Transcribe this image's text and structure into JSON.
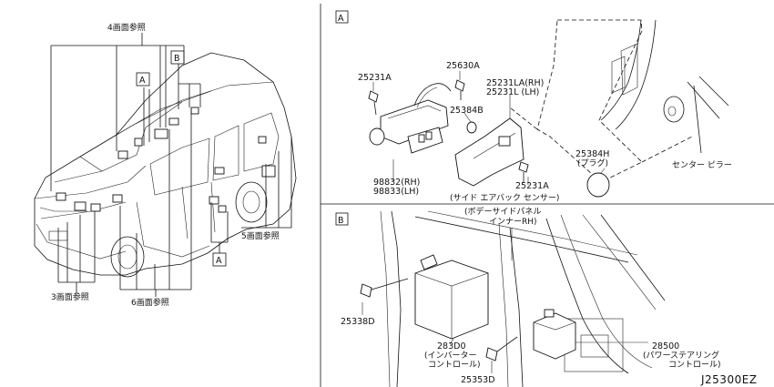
{
  "left": {
    "ref_page_4": "4画面参照",
    "ref_page_5": "5画面参照",
    "ref_page_3": "3画面参照",
    "ref_page_6": "6画面参照",
    "box_a": "A",
    "box_b": "B",
    "box_a_lower": "A"
  },
  "panel_a": {
    "box": "A",
    "p25231A_top": "25231A",
    "p25630A": "25630A",
    "p25231LA": "25231LA(RH)",
    "p25231L": "25231L  (LH)",
    "p25384B": "25384B",
    "p98832": "98832(RH)",
    "p98833": "98833(LH)",
    "p25231A_bottom": "25231A",
    "caption": "(サイド エアバック センサー)",
    "p25384H": "25384H",
    "plug": "(プラグ)",
    "center_pillar": "センター ピラー"
  },
  "panel_b": {
    "box": "B",
    "body_panel_1": "(ボデーサイドパネル",
    "body_panel_2": "インナーRH)",
    "p25338D": "25338D",
    "p283D0": "283D0",
    "inverter_1": "(インバーター",
    "inverter_2": "コントロール)",
    "p28500": "28500",
    "ps_1": "(パワーステアリング",
    "ps_2": "コントロール)",
    "p25353D": "25353D"
  },
  "footer": {
    "diagram_code": "J25300EZ"
  }
}
